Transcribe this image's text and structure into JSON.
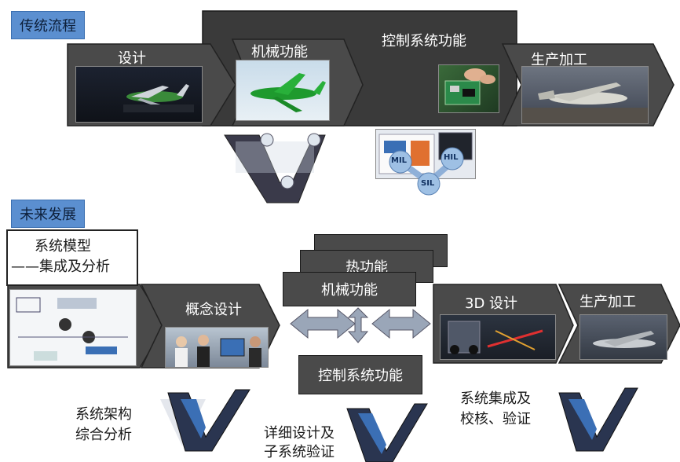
{
  "top": {
    "tag": "传统流程",
    "stages": [
      "设计",
      "机械功能",
      "控制系统功能",
      "生产加工"
    ]
  },
  "bottom": {
    "tag": "未来发展",
    "model_box": [
      "系统模型",
      "——集成及分析"
    ],
    "concept": "概念设计",
    "stack": [
      "热功能",
      "机械功能"
    ],
    "control": "控制系统功能",
    "design3d": "3D 设计",
    "production": "生产加工",
    "v_labels": [
      [
        "系统架构",
        "综合分析"
      ],
      [
        "详细设计及",
        "子系统验证"
      ],
      [
        "系统集成及",
        "校核、验证"
      ]
    ]
  },
  "hil": {
    "mil": "MIL",
    "hil": "HIL",
    "sil": "SIL"
  }
}
